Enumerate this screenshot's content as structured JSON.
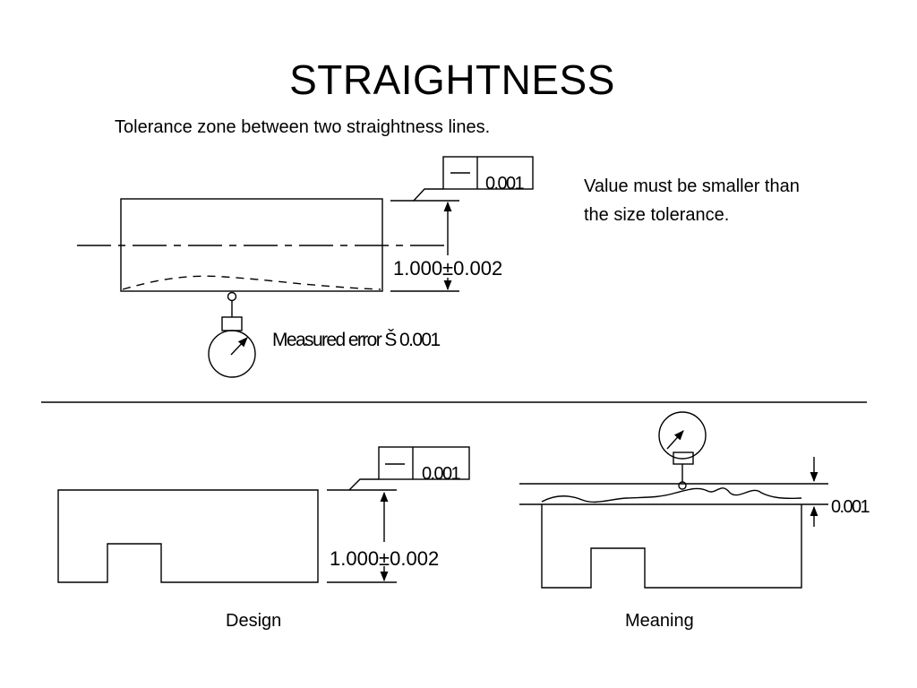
{
  "slide": {
    "title": "STRAIGHTNESS",
    "subtitle": "Tolerance zone between two straightness lines.",
    "note_line1": "Value must be smaller than",
    "note_line2": "the size tolerance.",
    "top_diagram": {
      "fcf_symbol": "—",
      "fcf_value": "0.001",
      "size_dimension": "1.000±0.002",
      "measured_label": "Measured error Š 0.001"
    },
    "design_diagram": {
      "fcf_symbol": "—",
      "fcf_value": "0.001",
      "size_dimension": "1.000±0.002",
      "caption": "Design"
    },
    "meaning_diagram": {
      "zone_value": "0.001",
      "caption": "Meaning"
    }
  }
}
